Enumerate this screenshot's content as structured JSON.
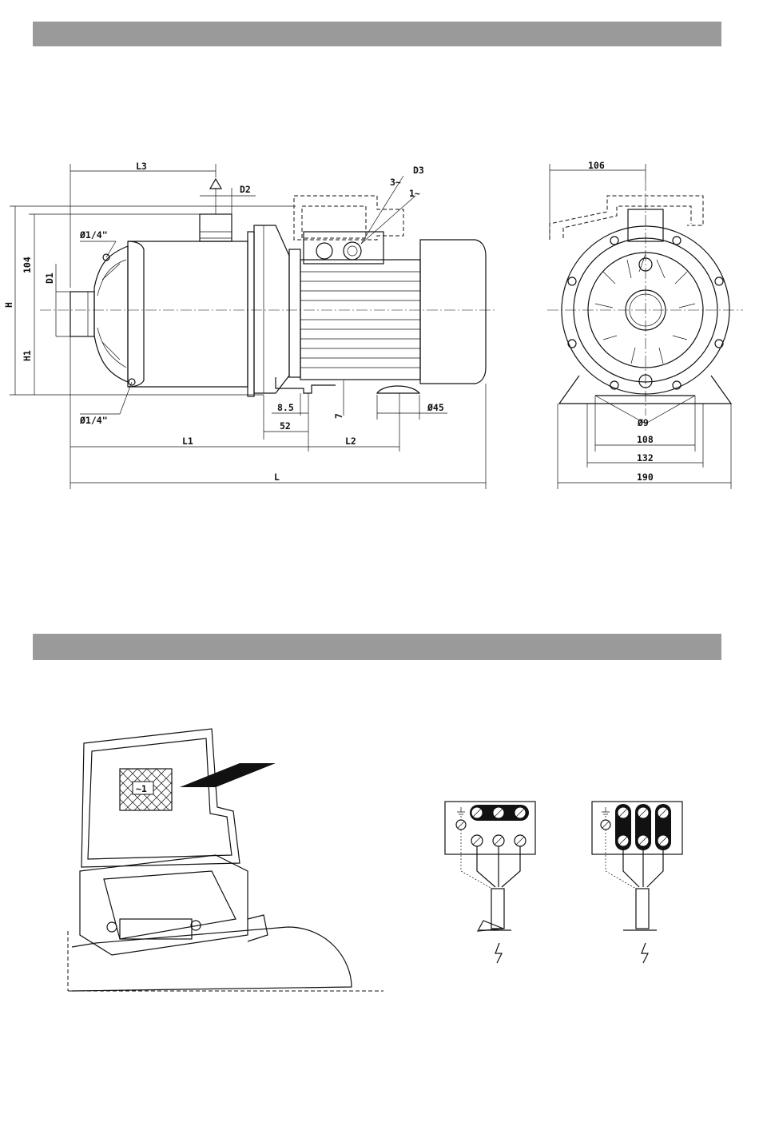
{
  "side_view": {
    "labels": {
      "L3": "L3",
      "D2": "D2",
      "D3": "D3",
      "three_phase": "3~",
      "one_phase": "1~",
      "dim_104": "104",
      "D1": "D1",
      "H": "H",
      "H1": "H1",
      "plug_top": "Ø1/4\"",
      "plug_bottom": "Ø1/4\"",
      "dim_8_5": "8.5",
      "dim_7": "7",
      "dim_52": "52",
      "dim_45": "Ø45",
      "L1": "L1",
      "L2": "L2",
      "L": "L"
    }
  },
  "front_view": {
    "labels": {
      "dim_106": "106",
      "hole": "Ø9",
      "dim_108": "108",
      "dim_132": "132",
      "dim_190": "190"
    }
  },
  "terminal_box": {
    "label_plate": "~1"
  }
}
